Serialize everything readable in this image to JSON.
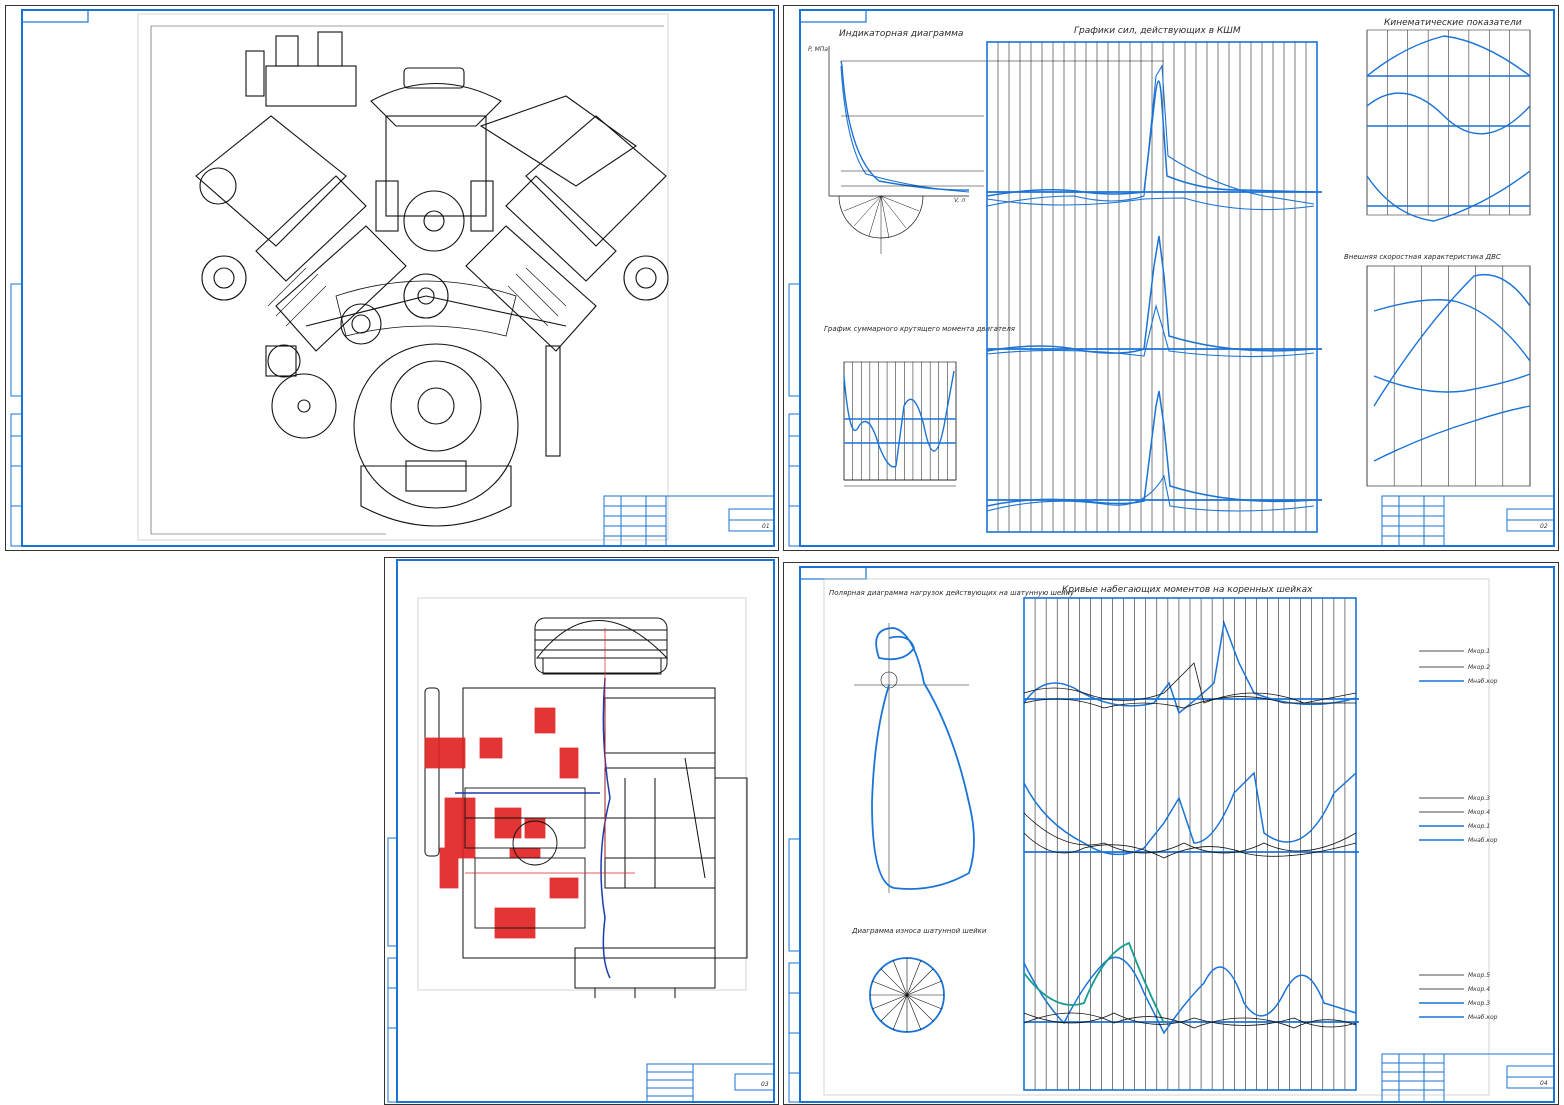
{
  "sheets": {
    "s1": {
      "name": "cross-section-drawing",
      "title_block": {
        "sheet_no": "01"
      }
    },
    "s2": {
      "name": "calculation-charts",
      "titles": {
        "indicator": "Индикаторная диаграмма",
        "forces": "Графики сил, действующих в КШМ",
        "kinematic": "Кинематические показатели",
        "torque": "График суммарного крутящего момента двигателя",
        "speed": "Внешняя скоростная характеристика ДВС"
      },
      "labels": {
        "p_axis": "P, МПа",
        "v_axis": "V, л"
      },
      "title_block": {
        "sheet_no": "02"
      }
    },
    "s3": {
      "name": "longitudinal-section-drawing",
      "title_block": {
        "sheet_no": "03"
      }
    },
    "s4": {
      "name": "journal-torque-charts",
      "titles": {
        "main": "Кривые набегающих моментов на коренных шейках",
        "polar": "Полярная диаграмма нагрузок действующих на шатунную шейку",
        "wear": "Диаграмма износа шатунной шейки"
      },
      "legend": {
        "g1": [
          "Mкор.1",
          "Mкор.2",
          "Mнаб.кор"
        ],
        "g2": [
          "Mкор.3",
          "Mкор.4",
          "Mкор.1",
          "Mнаб.кор"
        ],
        "g3": [
          "Mкор.5",
          "Mкор.4",
          "Mкор.3",
          "Mнаб.кор"
        ]
      },
      "title_block": {
        "sheet_no": "04"
      }
    }
  },
  "colors": {
    "line_blue": "#1a73d6",
    "frame_blue": "#1a73d6",
    "ink": "#111111",
    "section_red": "#e02020"
  }
}
